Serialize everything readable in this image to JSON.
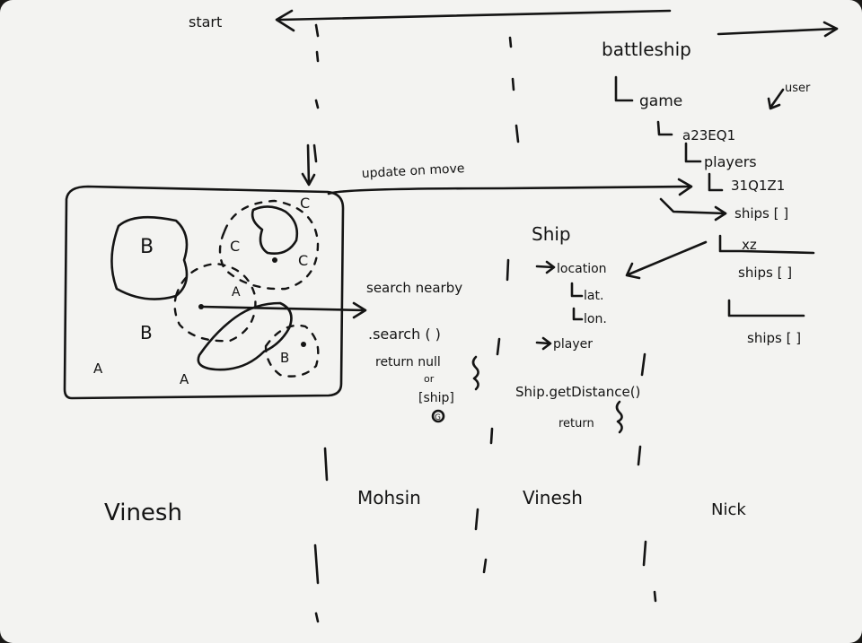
{
  "board": {
    "background_color": "#f3f3f1",
    "ink_color": "#141414"
  },
  "header": {
    "start_label": "start",
    "project_label": "battleship"
  },
  "tree": {
    "game": "game",
    "user": "user",
    "game_id": "a23EQ1",
    "players": "players",
    "player1_id": "31Q1Z1",
    "ships1": "ships [ ]",
    "player2_id": "xz",
    "ships2": "ships [ ]",
    "player3_id": "",
    "ships3": "ships [ ]"
  },
  "map": {
    "label_b_top": "B",
    "label_b_left": "B",
    "label_b_bottom": "B",
    "label_c_top": "C",
    "label_c_mid": "C",
    "label_c_right": "C",
    "label_a_mid": "A",
    "label_a_left": "A",
    "label_a_bottom": "A",
    "update_label": "update on move"
  },
  "search": {
    "title": "search nearby",
    "call": ".search ( )",
    "returns": "return null",
    "or": "or",
    "ship_array": "[ship]",
    "circle": "G"
  },
  "ship": {
    "title": "Ship",
    "location": "location",
    "lat": "lat.",
    "lon": "lon.",
    "player": "player",
    "method": "Ship.getDistance()",
    "method_returns": "return"
  },
  "owners": {
    "col1": "Vinesh",
    "col2": "Mohsin",
    "col3": "Vinesh",
    "col4": "Nick"
  }
}
